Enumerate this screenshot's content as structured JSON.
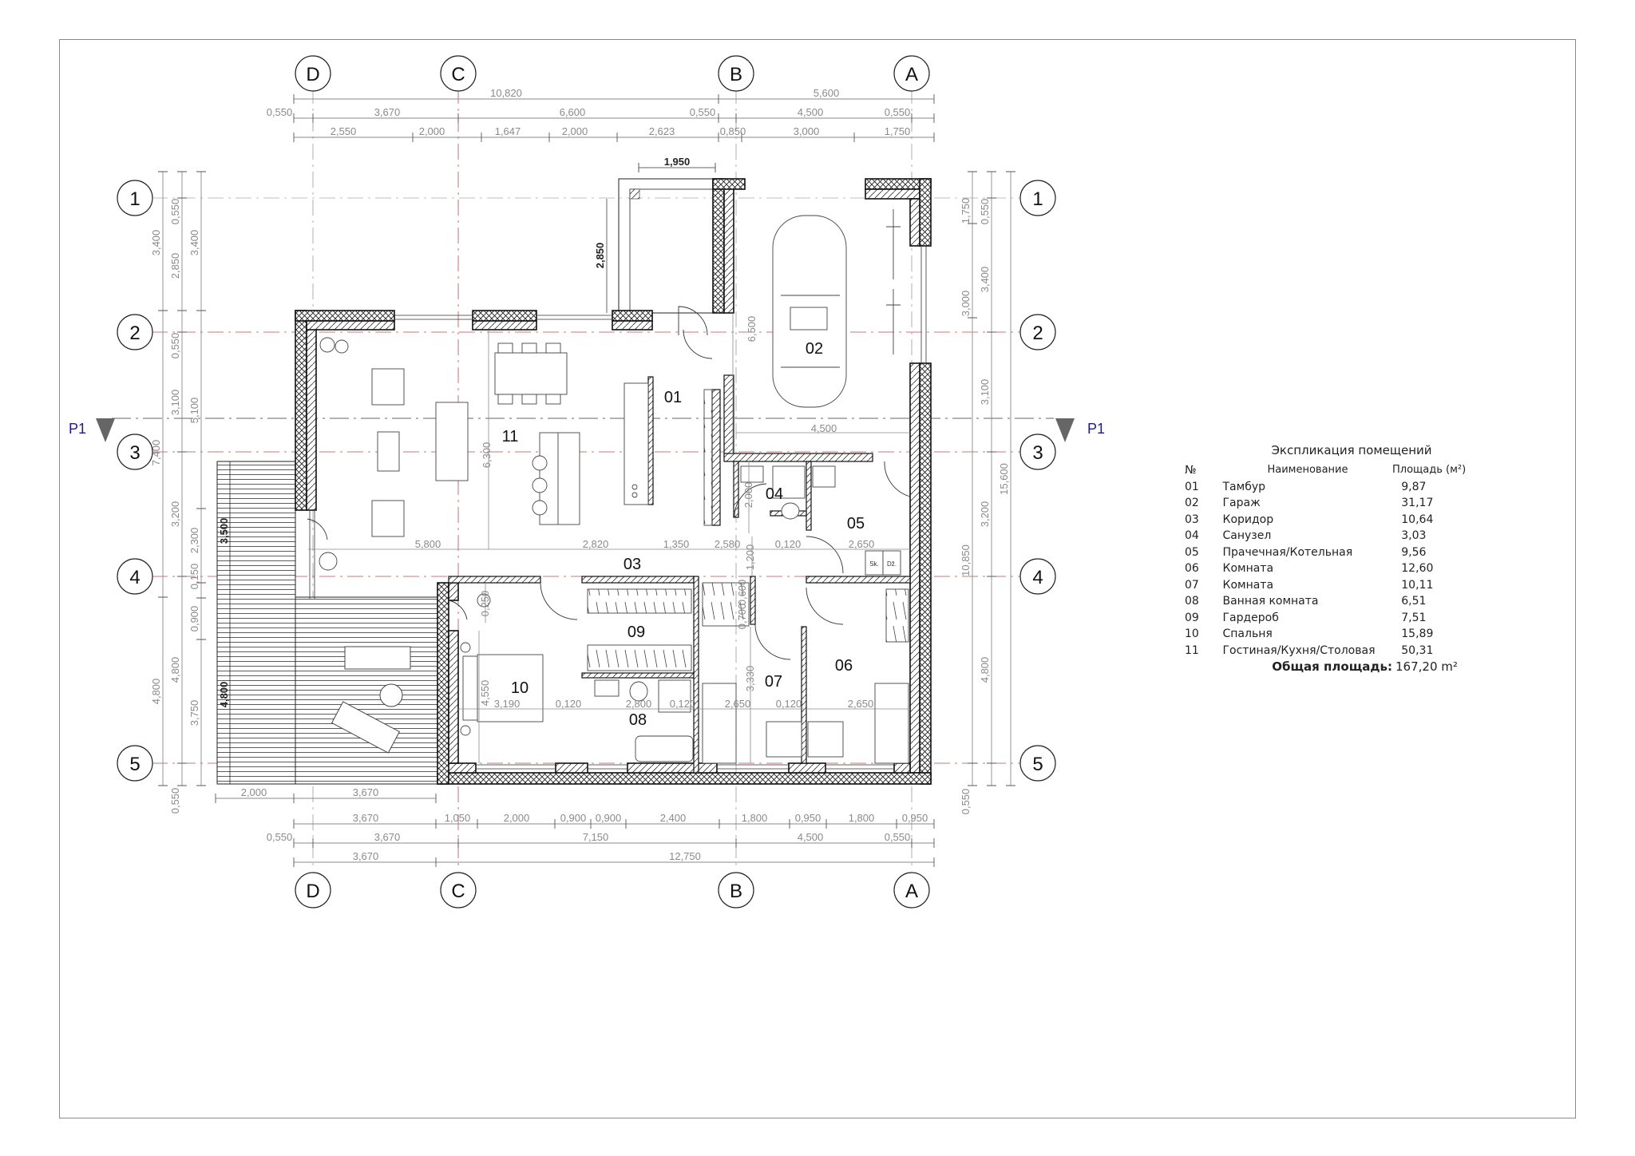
{
  "sheet": {
    "frame_color": "#8a8a8a",
    "wall_color": "#111111",
    "axis_line_color": "#b05050",
    "dim_color": "#8a8a8a",
    "section_color": "#1c1c8a"
  },
  "axes": {
    "columns": [
      {
        "id": "col-D",
        "label": "D"
      },
      {
        "id": "col-C",
        "label": "C"
      },
      {
        "id": "col-B",
        "label": "B"
      },
      {
        "id": "col-A",
        "label": "A"
      }
    ],
    "rows": [
      {
        "id": "row-1",
        "label": "1"
      },
      {
        "id": "row-2",
        "label": "2"
      },
      {
        "id": "row-3",
        "label": "3"
      },
      {
        "id": "row-4",
        "label": "4"
      },
      {
        "id": "row-5",
        "label": "5"
      }
    ]
  },
  "section_markers": {
    "left": "P1",
    "right": "P1"
  },
  "dimensions": {
    "top": {
      "row1": [
        "10,820",
        "5,600"
      ],
      "row2": [
        "0,550",
        "3,670",
        "6,600",
        "0,550",
        "4,500",
        "0,550"
      ],
      "row3": [
        "2,550",
        "2,000",
        "1,647",
        "2,000",
        "2,623",
        "0,850",
        "3,000",
        "1,750"
      ]
    },
    "bottom": {
      "terrace": [
        "2,000",
        "3,670"
      ],
      "row1": [
        "3,670",
        "1,050",
        "2,000",
        "0,900",
        "0,900",
        "2,400",
        "1,800",
        "0,950",
        "1,800",
        "0,950"
      ],
      "row2": [
        "0,550",
        "3,670",
        "7,150",
        "4,500",
        "0,550"
      ],
      "row3": [
        "3,670",
        "12,750"
      ]
    },
    "left": {
      "outer": [
        "3,400",
        "7,400",
        "4,800"
      ],
      "middle": [
        "0,550",
        "2,850",
        "0,550",
        "3,100",
        "3,200",
        "4,800",
        "0,550"
      ],
      "inner": [
        "3,400",
        "5,100",
        "2,300",
        "0,150",
        "0,900",
        "3,750"
      ],
      "terrace": [
        "3,500",
        "4,800"
      ]
    },
    "right": {
      "outer": [
        "1,750",
        "3,000",
        "10,850",
        "0,550"
      ],
      "middle": [
        "0,550",
        "3,400",
        "3,100",
        "3,200",
        "4,800"
      ],
      "inner": [
        "15,600"
      ]
    },
    "interior": {
      "porch_width": "1,950",
      "porch_depth": "2,850",
      "garage_depth": "6,500",
      "garage_width": "4,500",
      "living_depth": "6,300",
      "living_width": "5,800",
      "kitchen_run": [
        "2,820",
        "1,350",
        "2,580",
        "0,120",
        "2,650"
      ],
      "wc_depth": "2,000",
      "corridor_depth": "1,200",
      "bedroom_gap": "0,250",
      "bedroom_depth": "4,550",
      "lower_run": [
        "3,190",
        "0,120",
        "2,800",
        "0,120",
        "2,650",
        "0,120",
        "2,650"
      ],
      "room07_depth": "3,330",
      "closet_a": "0,600",
      "closet_b": "0,700"
    }
  },
  "rooms": [
    {
      "no": "01",
      "label": "01"
    },
    {
      "no": "02",
      "label": "02"
    },
    {
      "no": "03",
      "label": "03"
    },
    {
      "no": "04",
      "label": "04"
    },
    {
      "no": "05",
      "label": "05"
    },
    {
      "no": "06",
      "label": "06"
    },
    {
      "no": "07",
      "label": "07"
    },
    {
      "no": "08",
      "label": "08"
    },
    {
      "no": "09",
      "label": "09"
    },
    {
      "no": "10",
      "label": "10"
    },
    {
      "no": "11",
      "label": "11"
    }
  ],
  "appliances": {
    "washer": "Sk.",
    "dryer": "Dž."
  },
  "legend": {
    "title": "Экспликация помещений",
    "headers": {
      "no": "№",
      "name": "Наименование",
      "area": "Площадь (м²)"
    },
    "rows": [
      {
        "no": "01",
        "name": "Тамбур",
        "area": "9,87"
      },
      {
        "no": "02",
        "name": "Гараж",
        "area": "31,17"
      },
      {
        "no": "03",
        "name": "Коридор",
        "area": "10,64"
      },
      {
        "no": "04",
        "name": "Санузел",
        "area": "3,03"
      },
      {
        "no": "05",
        "name": "Прачечная/Котельная",
        "area": "9,56"
      },
      {
        "no": "06",
        "name": "Комната",
        "area": "12,60"
      },
      {
        "no": "07",
        "name": "Комната",
        "area": "10,11"
      },
      {
        "no": "08",
        "name": "Ванная комната",
        "area": "6,51"
      },
      {
        "no": "09",
        "name": "Гардероб",
        "area": "7,51"
      },
      {
        "no": "10",
        "name": "Спальня",
        "area": "15,89"
      },
      {
        "no": "11",
        "name": "Гостиная/Кухня/Столовая",
        "area": "50,31"
      }
    ],
    "total_label": "Общая площадь:",
    "total_value": "167,20 m²"
  }
}
